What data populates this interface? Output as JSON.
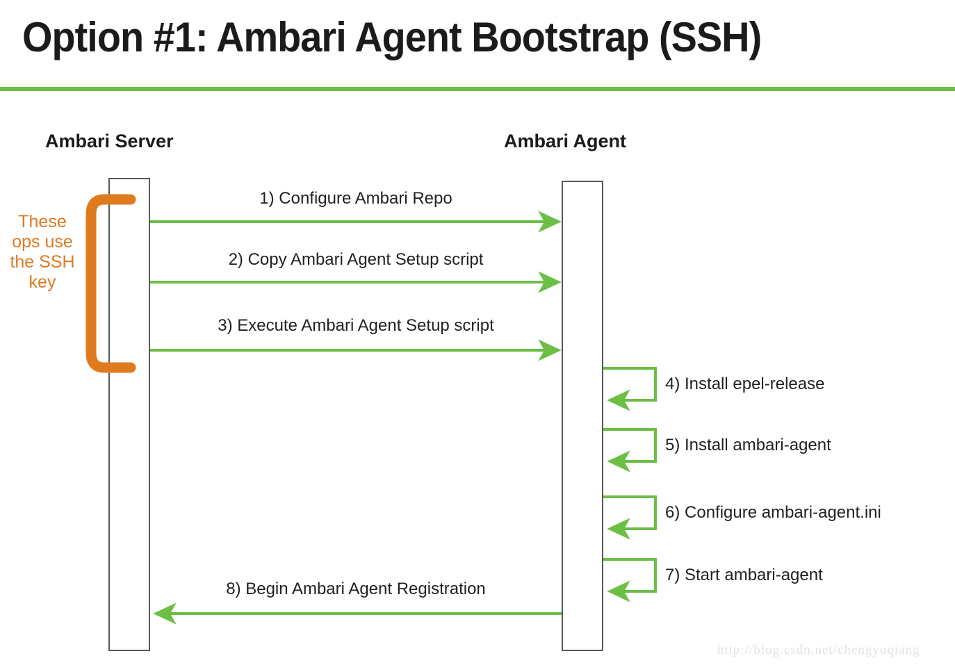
{
  "slide": {
    "title": "Option #1: Ambari Agent Bootstrap (SSH)",
    "rule_color": "#6cbe45",
    "background": "#ffffff"
  },
  "lifelines": [
    {
      "id": "server",
      "label": "Ambari Server"
    },
    {
      "id": "agent",
      "label": "Ambari Agent"
    }
  ],
  "annotation": {
    "text": "These ops use the SSH key",
    "lines": [
      "These",
      "ops use",
      "the SSH",
      "key"
    ],
    "color": "#de7a22"
  },
  "messages": [
    {
      "n": "1",
      "label": "1) Configure Ambari Repo",
      "from": "server",
      "to": "agent",
      "kind": "call",
      "color": "#6cbe45"
    },
    {
      "n": "2",
      "label": "2) Copy Ambari Agent Setup script",
      "from": "server",
      "to": "agent",
      "kind": "call",
      "color": "#6cbe45"
    },
    {
      "n": "3",
      "label": "3) Execute Ambari Agent Setup script",
      "from": "server",
      "to": "agent",
      "kind": "call",
      "color": "#6cbe45"
    },
    {
      "n": "4",
      "label": "4) Install epel-release",
      "from": "agent",
      "to": "agent",
      "kind": "selfcall",
      "color": "#6cbe45"
    },
    {
      "n": "5",
      "label": "5) Install ambari-agent",
      "from": "agent",
      "to": "agent",
      "kind": "selfcall",
      "color": "#6cbe45"
    },
    {
      "n": "6",
      "label": "6) Configure ambari-agent.ini",
      "from": "agent",
      "to": "agent",
      "kind": "selfcall",
      "color": "#6cbe45"
    },
    {
      "n": "7",
      "label": "7) Start ambari-agent",
      "from": "agent",
      "to": "agent",
      "kind": "selfcall",
      "color": "#6cbe45"
    },
    {
      "n": "8",
      "label": "8) Begin Ambari Agent Registration",
      "from": "agent",
      "to": "server",
      "kind": "return",
      "color": "#6cbe45"
    }
  ],
  "watermark": {
    "text": "http://blog.csdn.net/chengyuqiang"
  }
}
